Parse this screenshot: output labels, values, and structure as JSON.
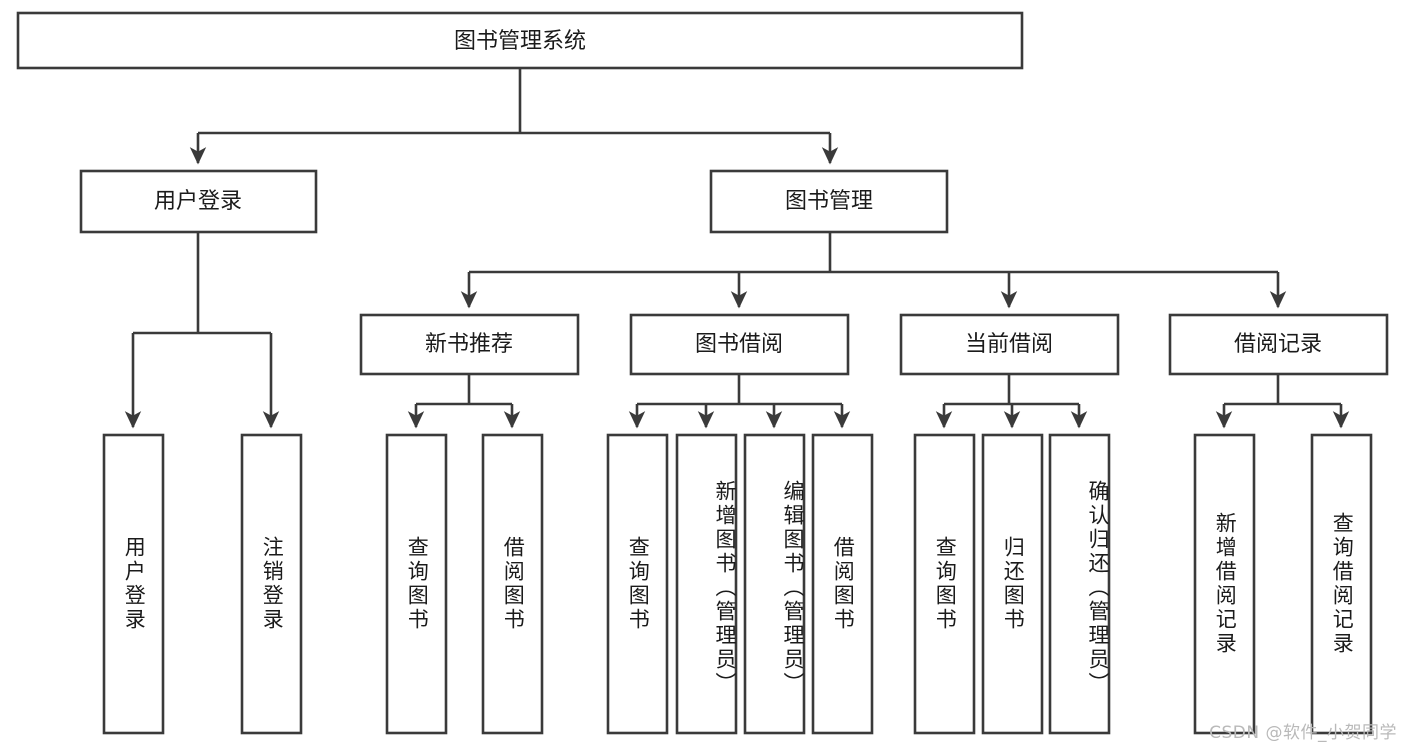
{
  "diagram": {
    "title": "图书管理系统",
    "type": "hierarchy-tree",
    "orientation": "top-down",
    "levels": 4,
    "colors": {
      "box_stroke": "#3a3a3a",
      "box_fill": "#ffffff",
      "line": "#3a3a3a",
      "text": "#1b1b1b",
      "watermark": "#b9b9b9",
      "background": "#ffffff"
    }
  },
  "root": {
    "id": "root",
    "label": "图书管理系统",
    "orientation": "horizontal"
  },
  "level2": [
    {
      "id": "user-login",
      "label": "用户登录",
      "orientation": "horizontal"
    },
    {
      "id": "book-manage",
      "label": "图书管理",
      "orientation": "horizontal"
    }
  ],
  "level3": [
    {
      "id": "new-book-recommend",
      "label": "新书推荐",
      "parent": "book-manage",
      "orientation": "horizontal"
    },
    {
      "id": "book-borrow",
      "label": "图书借阅",
      "parent": "book-manage",
      "orientation": "horizontal"
    },
    {
      "id": "current-borrow",
      "label": "当前借阅",
      "parent": "book-manage",
      "orientation": "horizontal"
    },
    {
      "id": "borrow-record",
      "label": "借阅记录",
      "parent": "book-manage",
      "orientation": "horizontal"
    }
  ],
  "leaves": [
    {
      "id": "leaf-user-login",
      "label": "用户登录",
      "parent": "user-login",
      "orientation": "vertical"
    },
    {
      "id": "leaf-user-logout",
      "label": "注销登录",
      "parent": "user-login",
      "orientation": "vertical"
    },
    {
      "id": "leaf-query-book-1",
      "label": "查询图书",
      "parent": "new-book-recommend",
      "orientation": "vertical"
    },
    {
      "id": "leaf-borrow-book-1",
      "label": "借阅图书",
      "parent": "new-book-recommend",
      "orientation": "vertical"
    },
    {
      "id": "leaf-query-book-2",
      "label": "查询图书",
      "parent": "book-borrow",
      "orientation": "vertical"
    },
    {
      "id": "leaf-add-book",
      "label": "新增图书（管理员）",
      "parent": "book-borrow",
      "orientation": "vertical"
    },
    {
      "id": "leaf-edit-book",
      "label": "编辑图书（管理员）",
      "parent": "book-borrow",
      "orientation": "vertical"
    },
    {
      "id": "leaf-borrow-book-2",
      "label": "借阅图书",
      "parent": "book-borrow",
      "orientation": "vertical"
    },
    {
      "id": "leaf-query-book-3",
      "label": "查询图书",
      "parent": "current-borrow",
      "orientation": "vertical"
    },
    {
      "id": "leaf-return-book",
      "label": "归还图书",
      "parent": "current-borrow",
      "orientation": "vertical"
    },
    {
      "id": "leaf-confirm-return",
      "label": "确认归还（管理员）",
      "parent": "current-borrow",
      "orientation": "vertical"
    },
    {
      "id": "leaf-add-record",
      "label": "新增借阅记录",
      "parent": "borrow-record",
      "orientation": "vertical"
    },
    {
      "id": "leaf-query-record",
      "label": "查询借阅记录",
      "parent": "borrow-record",
      "orientation": "vertical"
    }
  ],
  "watermark": {
    "text": "CSDN @软件_小贺同学"
  }
}
